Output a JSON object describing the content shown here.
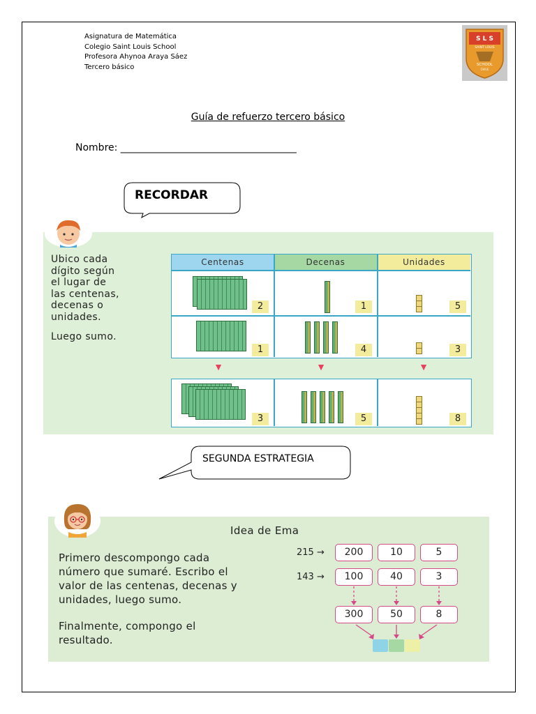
{
  "header": {
    "lines": [
      "Asignatura de Matemática",
      "Colegio Saint Louis School",
      "Profesora Ahynoa Araya Sáez",
      "Tercero  básico"
    ]
  },
  "logo": {
    "top_text": "S L S",
    "middle_text": "SAINT LOUIS",
    "bottom_text": "SCHOOL",
    "sub_text": "CHILE"
  },
  "guide_title": "Guía de refuerzo tercero básico",
  "name_line": "Nombre: ____________________________________",
  "recordar": "RECORDAR",
  "panel1": {
    "text_lines": [
      "Ubico cada",
      "dígito según",
      "el lugar de",
      "las centenas,",
      "decenas o",
      "unidades."
    ],
    "text_line2": "Luego sumo.",
    "headers": [
      "Centenas",
      "Decenas",
      "Unidades"
    ],
    "header_colors": [
      "#9ed6ef",
      "#a6d8a4",
      "#f3ec9c"
    ],
    "rows": [
      {
        "c": "2",
        "d": "1",
        "u": "5"
      },
      {
        "c": "1",
        "d": "4",
        "u": "3"
      }
    ],
    "result": {
      "c": "3",
      "d": "5",
      "u": "8"
    }
  },
  "segunda": "SEGUNDA ESTRATEGIA",
  "panel2": {
    "title": "Idea de Ema",
    "text_lines": [
      "Primero descompongo cada",
      "número que sumaré. Escribo el",
      "valor de las centenas, decenas y",
      "unidades, luego sumo."
    ],
    "text_line2": [
      "Finalmente, compongo el",
      "resultado."
    ],
    "row1": {
      "label": "215 →",
      "values": [
        "200",
        "10",
        "5"
      ]
    },
    "row2": {
      "label": "143 →",
      "values": [
        "100",
        "40",
        "3"
      ]
    },
    "sums": [
      "300",
      "50",
      "8"
    ],
    "result_colors": [
      "#8fd3e6",
      "#a6d8a4",
      "#eef0a8"
    ]
  }
}
